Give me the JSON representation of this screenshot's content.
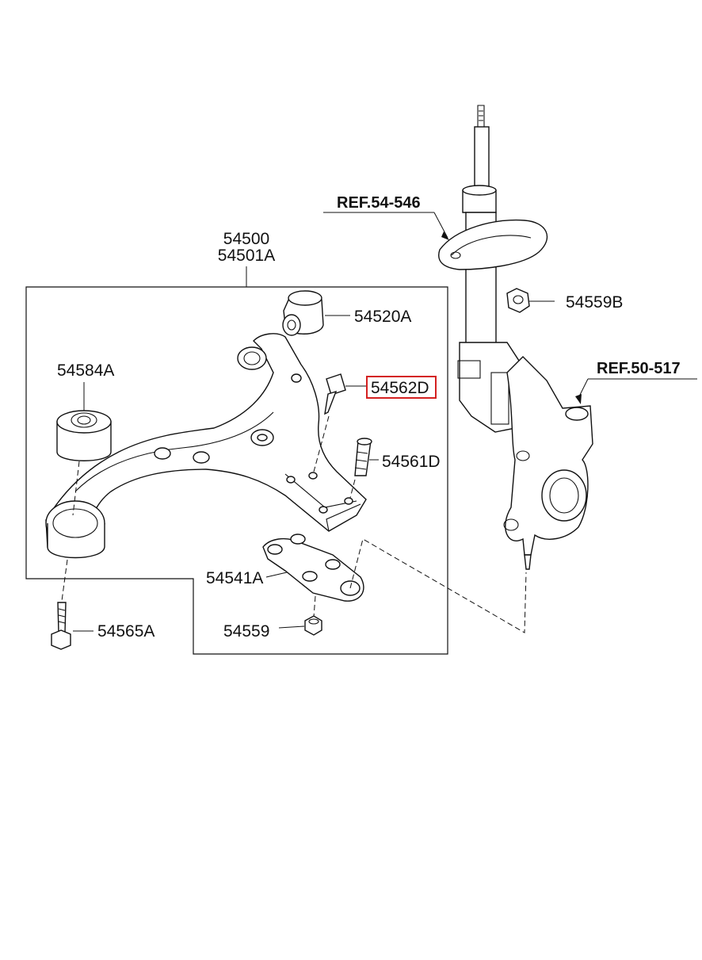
{
  "labels": {
    "assembly_main": "54500",
    "assembly_alt": "54501A",
    "bushing_upper": "54520A",
    "bushing_front": "54584A",
    "bolt_highlighted": "54562D",
    "stud": "54561D",
    "ball_joint_bracket": "54541A",
    "nut_lower": "54559",
    "bolt_lower": "54565A",
    "nut_strut": "54559B",
    "ref_strut": "REF.54-546",
    "ref_knuckle": "REF.50-517"
  },
  "highlight_color": "#d42020"
}
